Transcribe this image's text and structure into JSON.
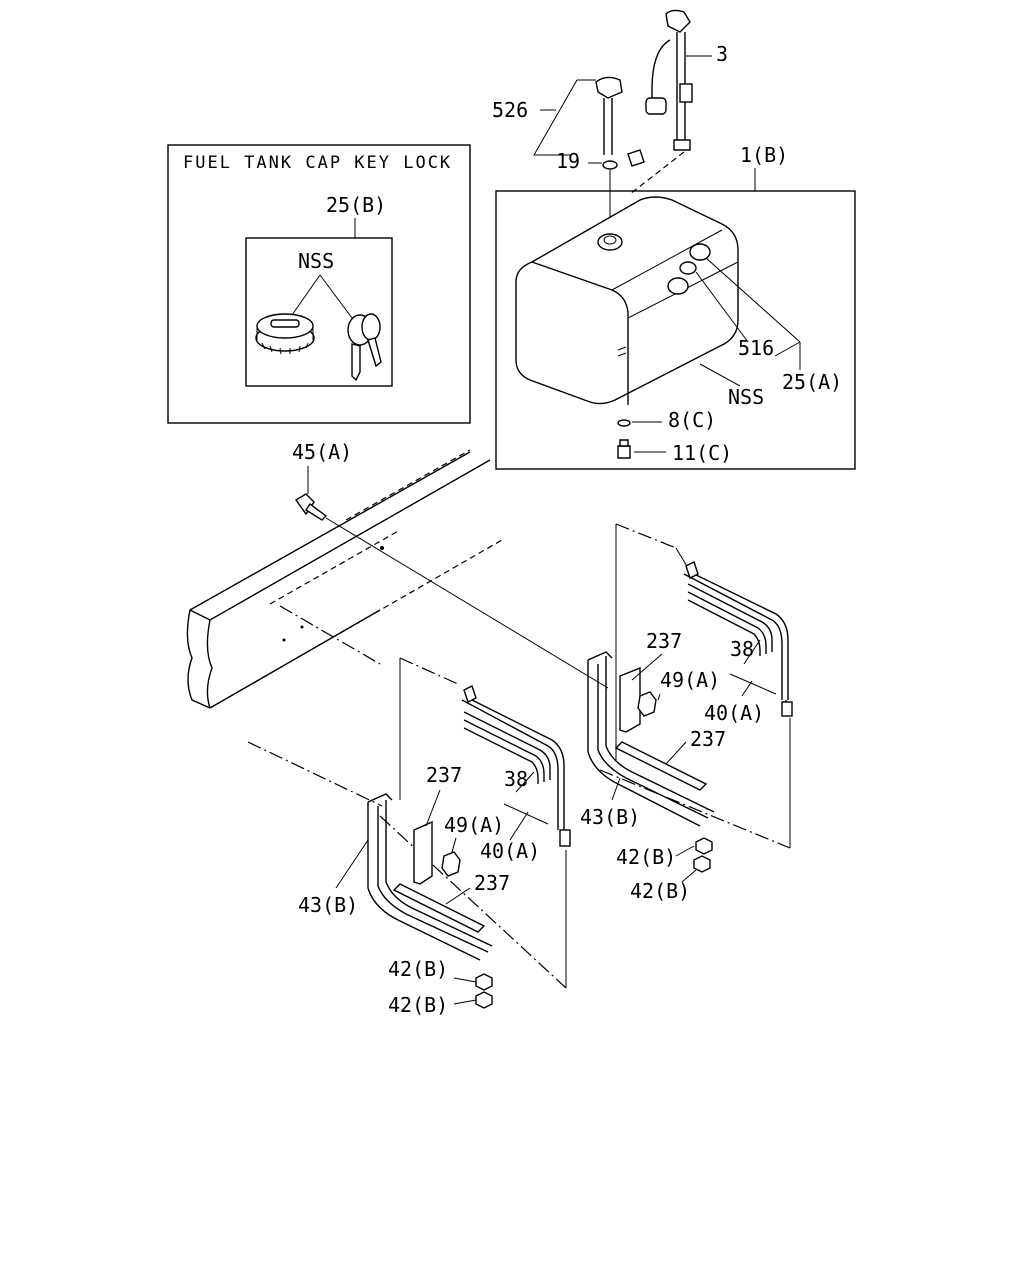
{
  "inset": {
    "title": "FUEL TANK CAP KEY LOCK",
    "part_label": "25(B)",
    "nss_label": "NSS"
  },
  "labels": {
    "p3": "3",
    "p526": "526",
    "p19": "19",
    "p1b": "1(B)",
    "p516": "516",
    "p25a": "25(A)",
    "nss_tank": "NSS",
    "p8c": "8(C)",
    "p11c": "11(C)",
    "p45a": "45(A)",
    "p237_r1": "237",
    "p49a_r": "49(A)",
    "p38_r": "38",
    "p40a_r": "40(A)",
    "p237_r2": "237",
    "p43b_r": "43(B)",
    "p42b_r1": "42(B)",
    "p42b_r2": "42(B)",
    "p237_l1": "237",
    "p38_l": "38",
    "p49a_l": "49(A)",
    "p40a_l": "40(A)",
    "p237_l2": "237",
    "p43b_l": "43(B)",
    "p42b_l1": "42(B)",
    "p42b_l2": "42(B)"
  }
}
